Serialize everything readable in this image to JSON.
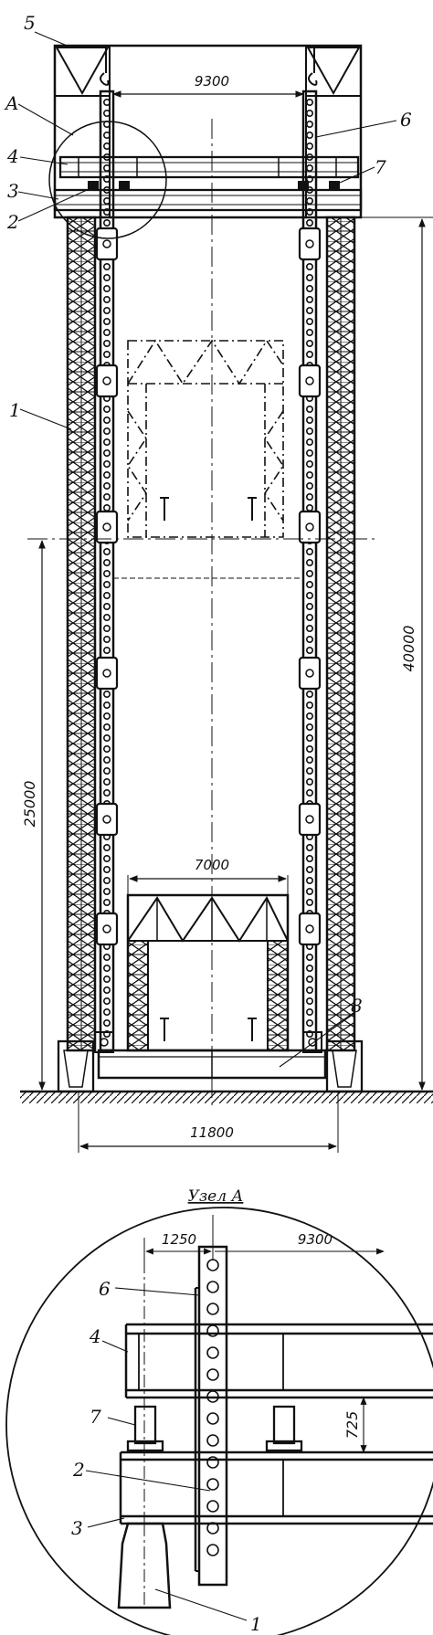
{
  "diagram": {
    "dimensions": {
      "top_span": "9300",
      "height_total": "40000",
      "height_lower": "25000",
      "inner_span": "7000",
      "base_span": "11800"
    },
    "labels": {
      "n1": "1",
      "n2": "2",
      "n3": "3",
      "n4": "4",
      "n5": "5",
      "n6": "6",
      "n7": "7",
      "n8": "8",
      "nA": "A"
    },
    "detail": {
      "title": "Узел А",
      "dim_a": "1250",
      "dim_b": "9300",
      "dim_c": "725",
      "n1": "1",
      "n2": "2",
      "n3": "3",
      "n4": "4",
      "n6": "6",
      "n7": "7"
    },
    "colors": {
      "ink": "#111111",
      "paper": "#ffffff"
    }
  }
}
